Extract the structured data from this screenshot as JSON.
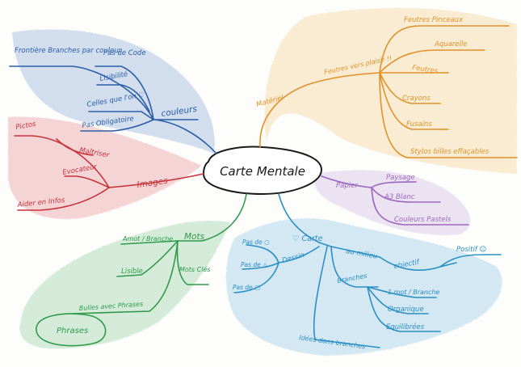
{
  "center": "Carte Mentale",
  "colors": {
    "blue": "#2a5ea8",
    "orange": "#e0922a",
    "red": "#c8323a",
    "green": "#2e9a4a",
    "cyan": "#2a8fc4",
    "purple": "#9c66c0",
    "ink": "#1a1a1a"
  },
  "couleurs": {
    "main": "couleurs",
    "items": [
      "Frontière Branches par couleur",
      "Pas de Code",
      "Lisibilité",
      "Celles que l'on ♡",
      "Pas Obligatoire"
    ]
  },
  "materiel": {
    "main": "Matériel",
    "sub": "Feutres vers plaisir !!",
    "items": [
      "Feutres Pinceaux",
      "Aquarelle",
      "Feutres",
      "Crayons",
      "Fusains",
      "Stylos billes effaçables"
    ]
  },
  "images": {
    "main": "Images",
    "items": [
      "Pictos",
      "Maîtriser",
      "Evocateur",
      "Aider en Infos"
    ]
  },
  "papier": {
    "main": "Papier",
    "items": [
      "Paysage",
      "A3 Blanc",
      "Couleurs Pastels"
    ]
  },
  "mots": {
    "main": "Mots",
    "items": [
      "Amot / Branche",
      "Lisible",
      "Mots Clés",
      "Bulles avec Phrases",
      "Phrases"
    ]
  },
  "cartes": {
    "main": "♡ Carte",
    "dessin": "Dessin",
    "dessin_items": [
      "Pas de ○",
      "Pas de △",
      "Pas de ▢"
    ],
    "milieu": "au milieu",
    "objectif": "objectif",
    "positif": "Positif ☺",
    "branches": "Branches",
    "branch_items": [
      "1 mot / Branche",
      "Organique",
      "Equilibrées"
    ],
    "idees": "Idées dans branches"
  }
}
